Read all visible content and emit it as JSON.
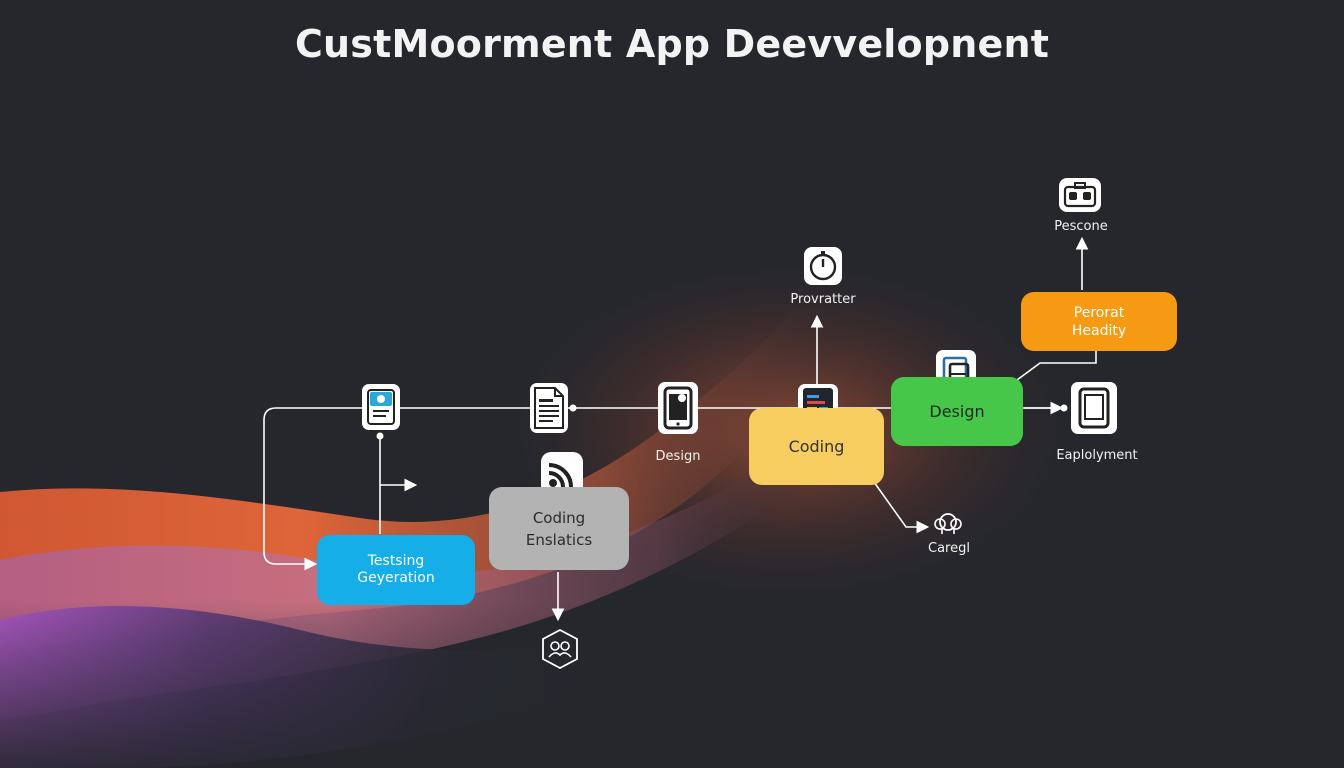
{
  "title": "CustMoorment App Deevvelopnent",
  "colors": {
    "background": "#25272d",
    "wave_orange": "#e8683a",
    "wave_purple": "#a855c8",
    "testing": "#16aee8",
    "coding_enslatics": "#b3b3b3",
    "coding": "#f7cd60",
    "design": "#47c74a",
    "personal": "#f79a13",
    "connector": "#ffffff"
  },
  "nodes": {
    "testing": {
      "line1": "Testsing",
      "line2": "Geyeration"
    },
    "coding_enslatics": {
      "line1": "Coding",
      "line2": "Enslatics"
    },
    "coding": {
      "label": "Coding"
    },
    "design": {
      "label": "Design"
    },
    "personal": {
      "line1": "Perorat",
      "line2": "Headity"
    }
  },
  "labels": {
    "design": "Design",
    "provratter": "Provratter",
    "pescone": "Pescone",
    "eaplolyment": "Eaplolyment",
    "caregl": "Caregl"
  },
  "icons": [
    "profile-card-icon",
    "document-icon",
    "wifi-icon",
    "tablet-icon",
    "code-editor-icon",
    "stopwatch-icon",
    "frame-icon",
    "tablet-device-icon",
    "suitcase-icon",
    "team-icon",
    "team-hexagon-icon"
  ]
}
